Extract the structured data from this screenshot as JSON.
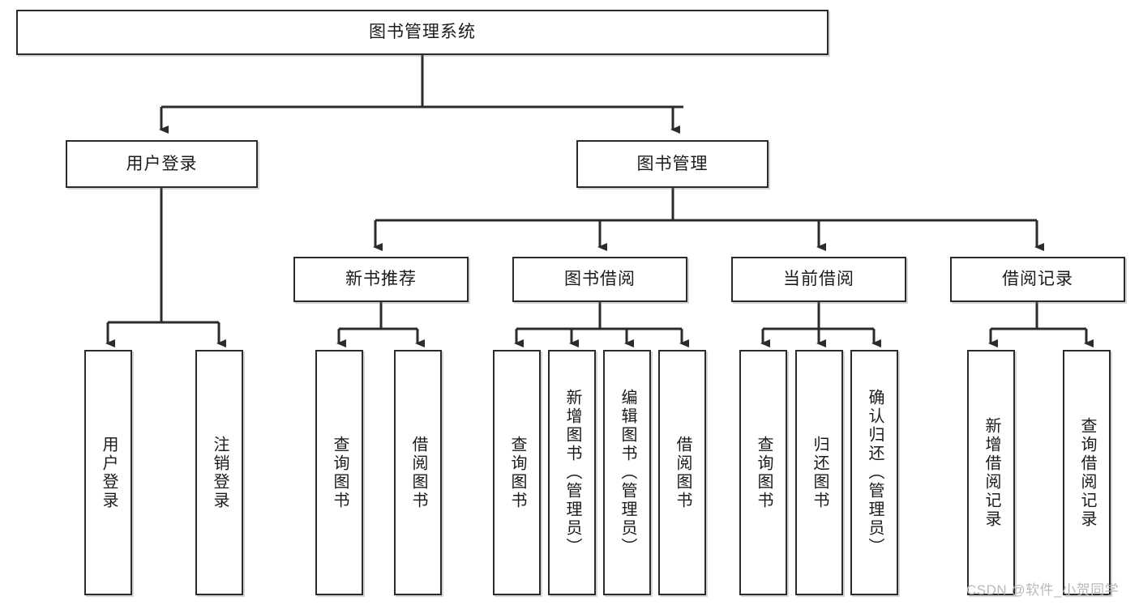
{
  "diagram": {
    "title": "图书管理系统",
    "type": "hierarchy-tree",
    "background": "#ffffff",
    "line_color": "#2b2b2b",
    "box_border_color": "#2b2b2b",
    "watermark": "CSDN @软件_小贺同学",
    "watermark_color": "#b9b9b9"
  },
  "nodes": {
    "root": {
      "label": "图书管理系统",
      "level": 1
    },
    "level2": [
      {
        "id": "user-login",
        "label": "用户登录"
      },
      {
        "id": "book-manage",
        "label": "图书管理"
      }
    ],
    "level3": [
      {
        "id": "new-book-recommend",
        "label": "新书推荐"
      },
      {
        "id": "book-borrow",
        "label": "图书借阅"
      },
      {
        "id": "current-borrow",
        "label": "当前借阅"
      },
      {
        "id": "borrow-record",
        "label": "借阅记录"
      }
    ],
    "leaves": {
      "user_login": [
        {
          "id": "leaf-user-login",
          "label": "用户登录"
        },
        {
          "id": "leaf-logout-login",
          "label": "注销登录"
        }
      ],
      "new_book_recommend": [
        {
          "id": "leaf-query-book-1",
          "label": "查询图书"
        },
        {
          "id": "leaf-borrow-book-1",
          "label": "借阅图书"
        }
      ],
      "book_borrow": [
        {
          "id": "leaf-query-book-2",
          "label": "查询图书"
        },
        {
          "id": "leaf-add-book",
          "label": "新增图书（管理员）"
        },
        {
          "id": "leaf-edit-book",
          "label": "编辑图书（管理员）"
        },
        {
          "id": "leaf-borrow-book-2",
          "label": "借阅图书"
        }
      ],
      "current_borrow": [
        {
          "id": "leaf-query-book-3",
          "label": "查询图书"
        },
        {
          "id": "leaf-return-book",
          "label": "归还图书"
        },
        {
          "id": "leaf-confirm-return",
          "label": "确认归还（管理员）"
        }
      ],
      "borrow_record": [
        {
          "id": "leaf-add-borrow-record",
          "label": "新增借阅记录"
        },
        {
          "id": "leaf-query-borrow-record",
          "label": "查询借阅记录"
        }
      ]
    }
  }
}
